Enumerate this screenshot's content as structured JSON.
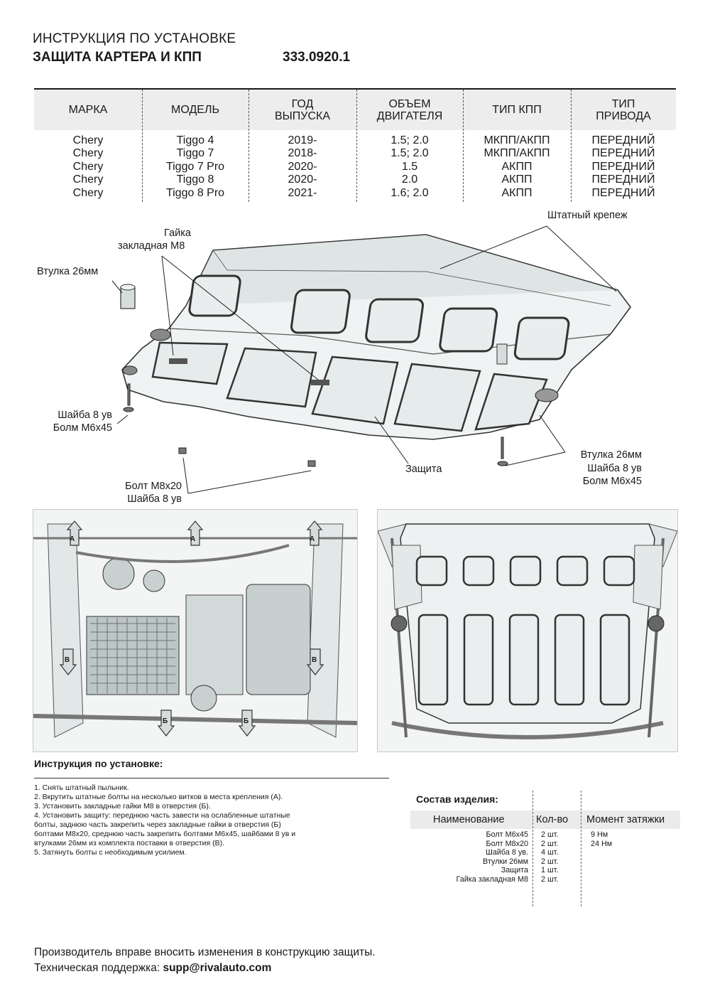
{
  "header": {
    "line1": "ИНСТРУКЦИЯ ПО УСТАНОВКЕ",
    "line2": "ЗАЩИТА КАРТЕРА И КПП",
    "article": "333.0920.1"
  },
  "vehicle_table": {
    "headers": [
      "МАРКА",
      "МОДЕЛЬ",
      "ГОД\nВЫПУСКА",
      "ОБЪЕМ\nДВИГАТЕЛЯ",
      "ТИП КПП",
      "ТИП\nПРИВОДА"
    ],
    "columns": [
      [
        "Chery",
        "Chery",
        "Chery",
        "Chery",
        "Chery"
      ],
      [
        "Tiggo 4",
        "Tiggo 7",
        "Tiggo 7 Pro",
        "Tiggo 8",
        "Tiggo 8 Pro"
      ],
      [
        "2019-",
        "2018-",
        "2020-",
        "2020-",
        "2021-"
      ],
      [
        "1.5; 2.0",
        "1.5; 2.0",
        "1.5",
        "2.0",
        "1.6; 2.0"
      ],
      [
        "МКПП/АКПП",
        "МКПП/АКПП",
        "АКПП",
        "АКПП",
        "АКПП"
      ],
      [
        "ПЕРЕДНИЙ",
        "ПЕРЕДНИЙ",
        "ПЕРЕДНИЙ",
        "ПЕРЕДНИЙ",
        "ПЕРЕДНИЙ"
      ]
    ]
  },
  "diagram_labels": {
    "shtatny": "Штатный крепеж",
    "gaika_1": "Гайка",
    "gaika_2": "закладная М8",
    "vtulka_left": "Втулка 26мм",
    "shayba_left_1": "Шайба 8 ув",
    "shayba_left_2": "Болм М6х45",
    "bolt_1": "Болт М8х20",
    "bolt_2": "Шайба 8 ув",
    "zashita": "Защита",
    "right_1": "Втулка 26мм",
    "right_2": "Шайба 8 ув",
    "right_3": "Болм М6х45"
  },
  "photo_markers": {
    "a": "А",
    "b": "Б",
    "v": "В"
  },
  "instructions": {
    "title": "Инструкция по установке:",
    "steps": [
      "1. Снять штатный пыльник.",
      "2. Вкрутить штатные болты на несколько витков в места крепления (А).",
      "3. Установить закладные гайки М8 в отверстия (Б).",
      "4. Установить защиту: переднюю часть завести на ослабленные штатные\nболты, заднюю часть закрепить через закладные гайки в отверстия (Б)\nболтами М8х20, среднюю часть закрепить болтами М6х45, шайбами 8 ув и\nвтулками 26мм из комплекта поставки в отверстия (В).",
      "5. Затянуть болты с необходимым усилием."
    ]
  },
  "kit": {
    "title": "Состав изделия:",
    "headers": [
      "Наименование",
      "Кол-во",
      "Момент затяжки"
    ],
    "names": [
      "Болт М6х45",
      "Болт М8х20",
      "Шайба 8 ув.",
      "Втулки 26мм",
      "Защита",
      "Гайка закладная М8"
    ],
    "qty": [
      "2 шт.",
      "2 шт.",
      "4 шт.",
      "2 шт.",
      "1 шт.",
      "2 шт."
    ],
    "torque": [
      "9 Нм",
      "24 Нм"
    ]
  },
  "footer": {
    "line1": "Производитель вправе вносить изменения в конструкцию защиты.",
    "support_label": "Техническая поддержка:",
    "support_email": "supp@rivalauto.com"
  }
}
